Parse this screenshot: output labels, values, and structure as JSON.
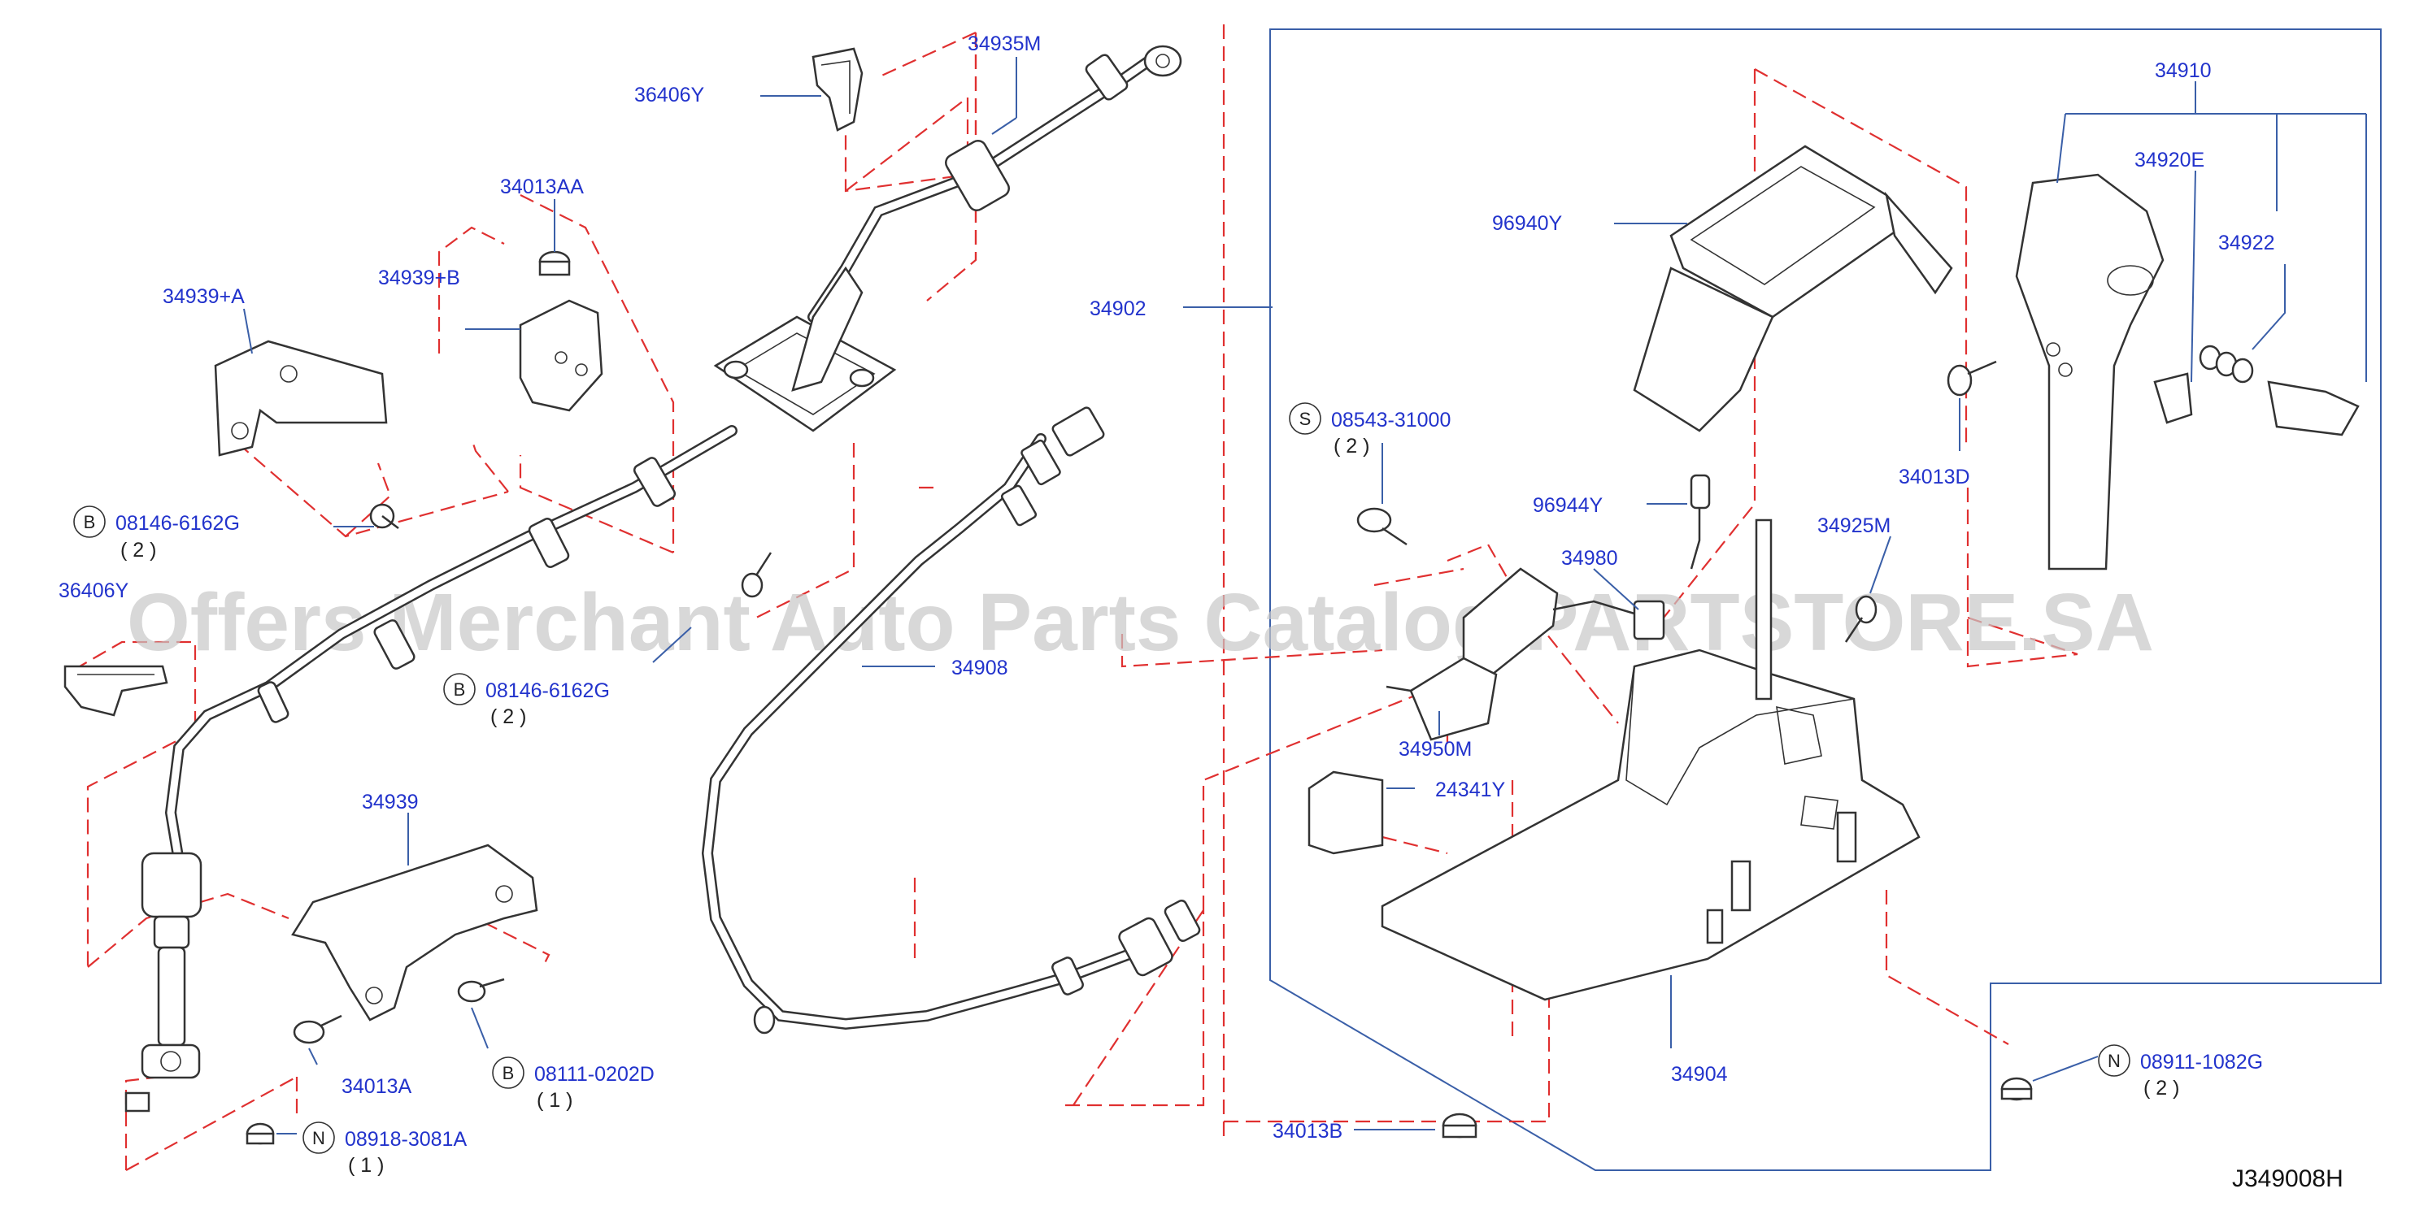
{
  "diagram_code": "J349008H",
  "watermark": "Offers Merchant Auto Parts Catalog PARTSTORE.SA",
  "labels": [
    {
      "id": "34935M",
      "text": "34935M"
    },
    {
      "id": "36406Y-top",
      "text": "36406Y"
    },
    {
      "id": "34013AA",
      "text": "34013AA"
    },
    {
      "id": "34939B",
      "text": "34939+B"
    },
    {
      "id": "34939A",
      "text": "34939+A"
    },
    {
      "id": "34902",
      "text": "34902"
    },
    {
      "id": "08146-6162G-a",
      "text": "08146-6162G",
      "prefix": "B",
      "qty": "( 2 )"
    },
    {
      "id": "36406Y-left",
      "text": "36406Y"
    },
    {
      "id": "08146-6162G-b",
      "text": "08146-6162G",
      "prefix": "B",
      "qty": "( 2 )"
    },
    {
      "id": "34908",
      "text": "34908"
    },
    {
      "id": "34939",
      "text": "34939"
    },
    {
      "id": "34013A",
      "text": "34013A"
    },
    {
      "id": "08111-0202D",
      "text": "08111-0202D",
      "prefix": "B",
      "qty": "( 1 )"
    },
    {
      "id": "08918-3081A",
      "text": "08918-3081A",
      "prefix": "N",
      "qty": "( 1 )"
    },
    {
      "id": "34910",
      "text": "34910"
    },
    {
      "id": "34920E",
      "text": "34920E"
    },
    {
      "id": "34922",
      "text": "34922"
    },
    {
      "id": "96940Y",
      "text": "96940Y"
    },
    {
      "id": "34013D",
      "text": "34013D"
    },
    {
      "id": "08543-31000",
      "text": "08543-31000",
      "prefix": "S",
      "qty": "( 2 )"
    },
    {
      "id": "96944Y",
      "text": "96944Y"
    },
    {
      "id": "34925M",
      "text": "34925M"
    },
    {
      "id": "34980",
      "text": "34980"
    },
    {
      "id": "34950M",
      "text": "34950M"
    },
    {
      "id": "24341Y",
      "text": "24341Y"
    },
    {
      "id": "34904",
      "text": "34904"
    },
    {
      "id": "08911-1082G",
      "text": "08911-1082G",
      "prefix": "N",
      "qty": "( 2 )"
    },
    {
      "id": "34013B",
      "text": "34013B"
    }
  ]
}
